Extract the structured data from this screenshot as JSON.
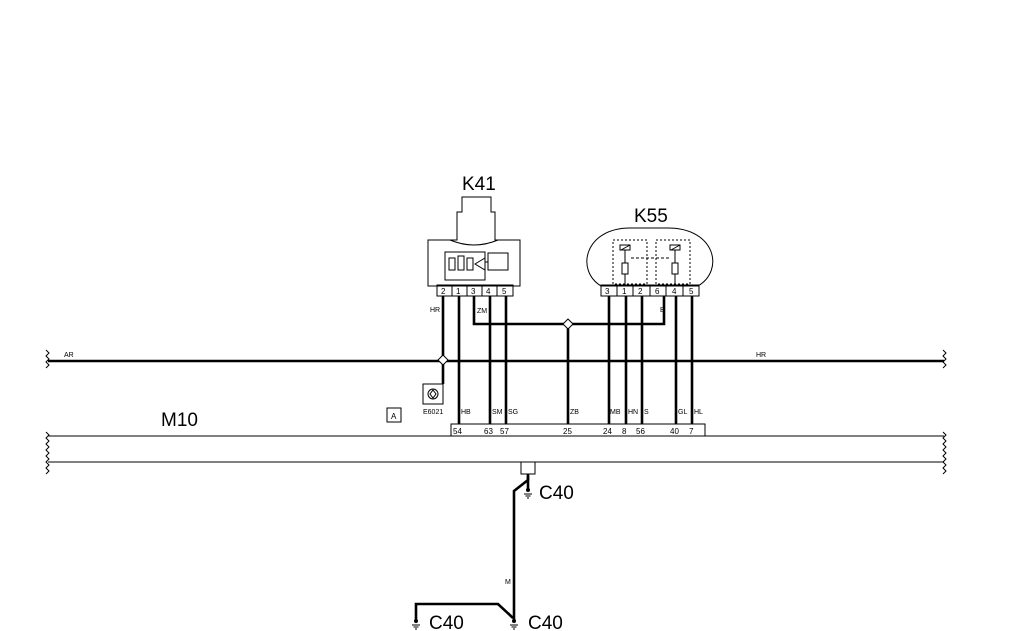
{
  "components": {
    "k41": {
      "label": "K41",
      "pins": [
        "2",
        "1",
        "3",
        "4",
        "5"
      ]
    },
    "k55": {
      "label": "K55",
      "pins": [
        "3",
        "1",
        "2",
        "6",
        "4",
        "5"
      ]
    },
    "m10": {
      "label": "M10"
    },
    "e6021": {
      "label": "E6021"
    },
    "box_a": {
      "label": "A"
    }
  },
  "wire_codes": {
    "ar": "AR",
    "hr_left": "HR",
    "hr_right": "HR",
    "hb": "HB",
    "zm": "ZM",
    "sm": "SM",
    "sg": "SG",
    "zb": "ZB",
    "mb": "MB",
    "hn": "HN",
    "s": "S",
    "b": "B",
    "gl": "GL",
    "hl": "HL",
    "m": "M"
  },
  "connector_pins": [
    "54",
    "63",
    "57",
    "25",
    "24",
    "8",
    "56",
    "40",
    "7"
  ],
  "grounds": [
    "C40",
    "C40",
    "C40"
  ]
}
